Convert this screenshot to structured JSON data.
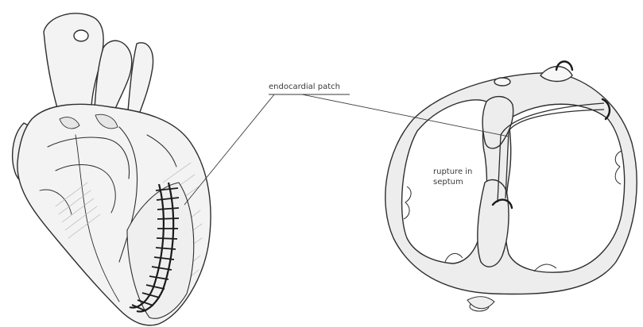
{
  "labels": {
    "endocardial_patch": "endocardial patch",
    "rupture_line1": "rupture in",
    "rupture_line2": "septum"
  },
  "colors": {
    "outline": "#2e2e2e",
    "tissue_fill": "#ededed",
    "tissue_light": "#f7f7f7",
    "shading": "#b5b5b5",
    "suture": "#1a1a1a",
    "text": "#3a3a3a"
  }
}
